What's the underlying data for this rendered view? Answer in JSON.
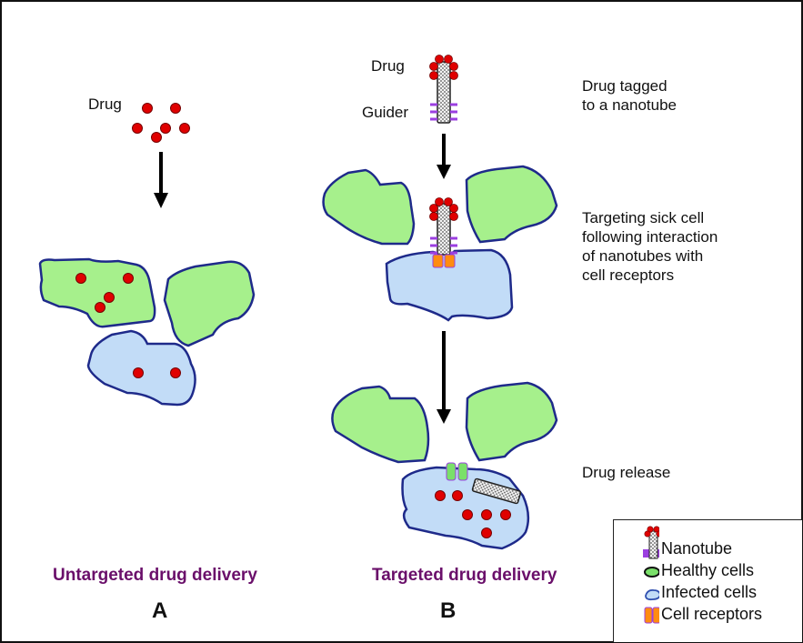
{
  "figure": {
    "panel_a": {
      "drug_label": "Drug",
      "caption": "Untargeted drug delivery",
      "letter": "A"
    },
    "panel_b": {
      "drug_label": "Drug",
      "guider_label": "Guider",
      "caption": "Targeted drug delivery",
      "letter": "B"
    },
    "steps": [
      {
        "text": "Drug tagged\nto a nanotube"
      },
      {
        "text": "Targeting sick cell\nfollowing interaction\nof nanotubes with\ncell receptors"
      },
      {
        "text": "Drug release"
      }
    ],
    "legend": [
      {
        "icon": "nanotube-icon",
        "label": "Nanotube"
      },
      {
        "icon": "healthy-cell-icon",
        "label": "Healthy cells"
      },
      {
        "icon": "infected-cell-icon",
        "label": "Infected cells"
      },
      {
        "icon": "cell-receptor-icon",
        "label": "Cell receptors"
      }
    ],
    "colors": {
      "healthy_cell": "#a6f08c",
      "infected_cell": "#c2dcf7",
      "cell_outline": "#1e2a8a",
      "drug": "#e00000",
      "guider": "#9b3fe0",
      "receptor": "#ff8c10",
      "caption": "#6a0f6a"
    }
  }
}
